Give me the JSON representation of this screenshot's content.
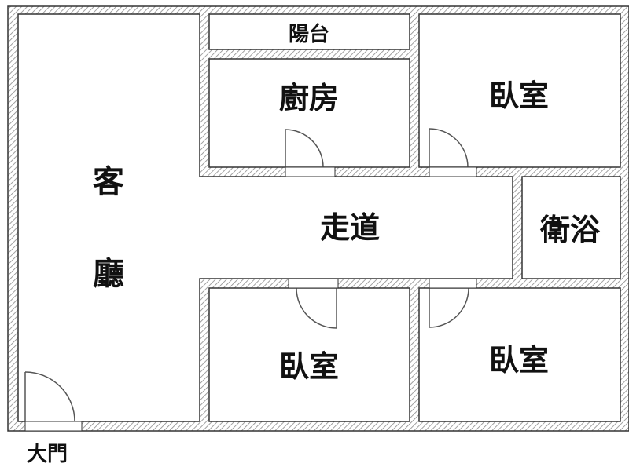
{
  "rooms": {
    "living": "客\n廳",
    "balcony": "陽台",
    "kitchen": "廚房",
    "bedroom_top_right": "臥室",
    "corridor": "走道",
    "bathroom": "衛浴",
    "bedroom_bottom_middle": "臥室",
    "bedroom_bottom_right": "臥室"
  },
  "entrance_label": "大門",
  "colors": {
    "wall_outline": "#333333",
    "hatch": "#8a8a8a",
    "door": "#555555",
    "text": "#111111"
  }
}
